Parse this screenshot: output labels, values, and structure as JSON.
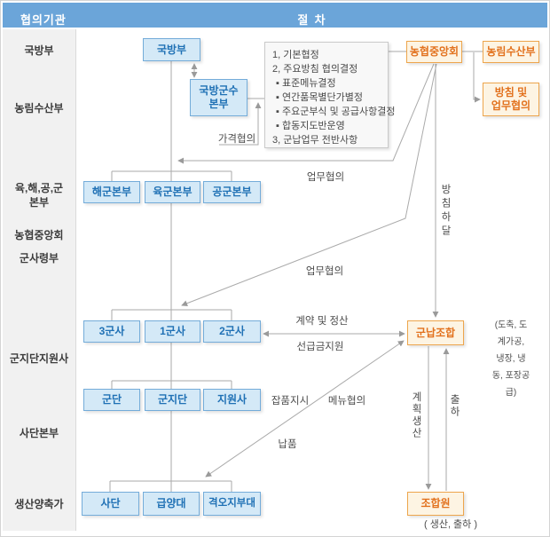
{
  "header": {
    "left": "협의기관",
    "center": "절  차"
  },
  "sidebar": {
    "items": [
      "국방부",
      "농림수산부",
      "육,해,공,군\n본부",
      "농협중앙회",
      "군사령부",
      "군지단지원사",
      "사단본부",
      "생산양축가"
    ]
  },
  "nodes": {
    "mnd": "국방부",
    "defense_logistics": "국방군수\n본부",
    "nacf": "농협중앙회",
    "maf": "농림수산부",
    "policy_work_box": "방침 및\n업무협의",
    "navy_hq": "해군본부",
    "army_hq": "육군본부",
    "airforce_hq": "공군본부",
    "corps3": "3군사",
    "corps1": "1군사",
    "corps2": "2군사",
    "corps_unit": "군단",
    "gunjidan": "군지단",
    "support_cmd": "지원사",
    "division": "사단",
    "feeding_unit": "급양대",
    "remote_unit": "격오지부대",
    "supply_coop": "군납조합",
    "coop_member": "조합원"
  },
  "listbox": {
    "items": [
      "1, 기본협정",
      "2, 주요방침 협의결정",
      "▪ 표준메뉴결정",
      "▪ 연간품목별단가별정",
      "▪ 주요군부식 및 공급사항결정",
      "▪ 합동지도반운영",
      "3, 군납업무 전반사항"
    ]
  },
  "edge_labels": {
    "price_consult": "가격협의",
    "work_consult_1": "업무협의",
    "work_consult_2": "업무협의",
    "policy_directive": "방침하달",
    "contract_settlement": "계약 및 정산",
    "advance_payment": "선급금지원",
    "sundry_order": "잡품지시",
    "menu_consult": "메뉴협의",
    "delivery": "납품",
    "planned_production": "계획생산",
    "shipment": "출하"
  },
  "notes": {
    "processing": "(도축, 도계가공,\n냉장, 냉동, 포장공급)",
    "production_shipment": "( 생산, 출하 )"
  },
  "colors": {
    "header_bg": "#6ba5d9",
    "blue_node_bg": "#d4e9f7",
    "blue_node_border": "#74acd9",
    "blue_node_text": "#2071b5",
    "orange_node_bg": "#fdf4e3",
    "orange_node_border": "#eda54c",
    "orange_node_text": "#e2711d",
    "wire": "#aaaaaa"
  }
}
